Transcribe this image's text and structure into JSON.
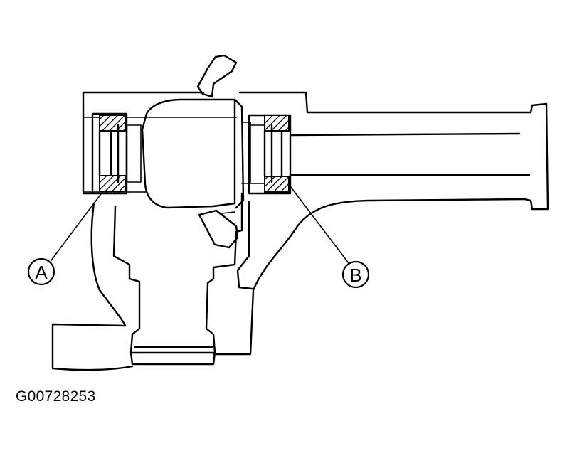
{
  "figure_id": "G00728253",
  "callouts": [
    {
      "label": "A",
      "part": "bearing-left"
    },
    {
      "label": "B",
      "part": "bearing-right"
    }
  ],
  "colors": {
    "line": "#000000",
    "background": "#ffffff"
  }
}
